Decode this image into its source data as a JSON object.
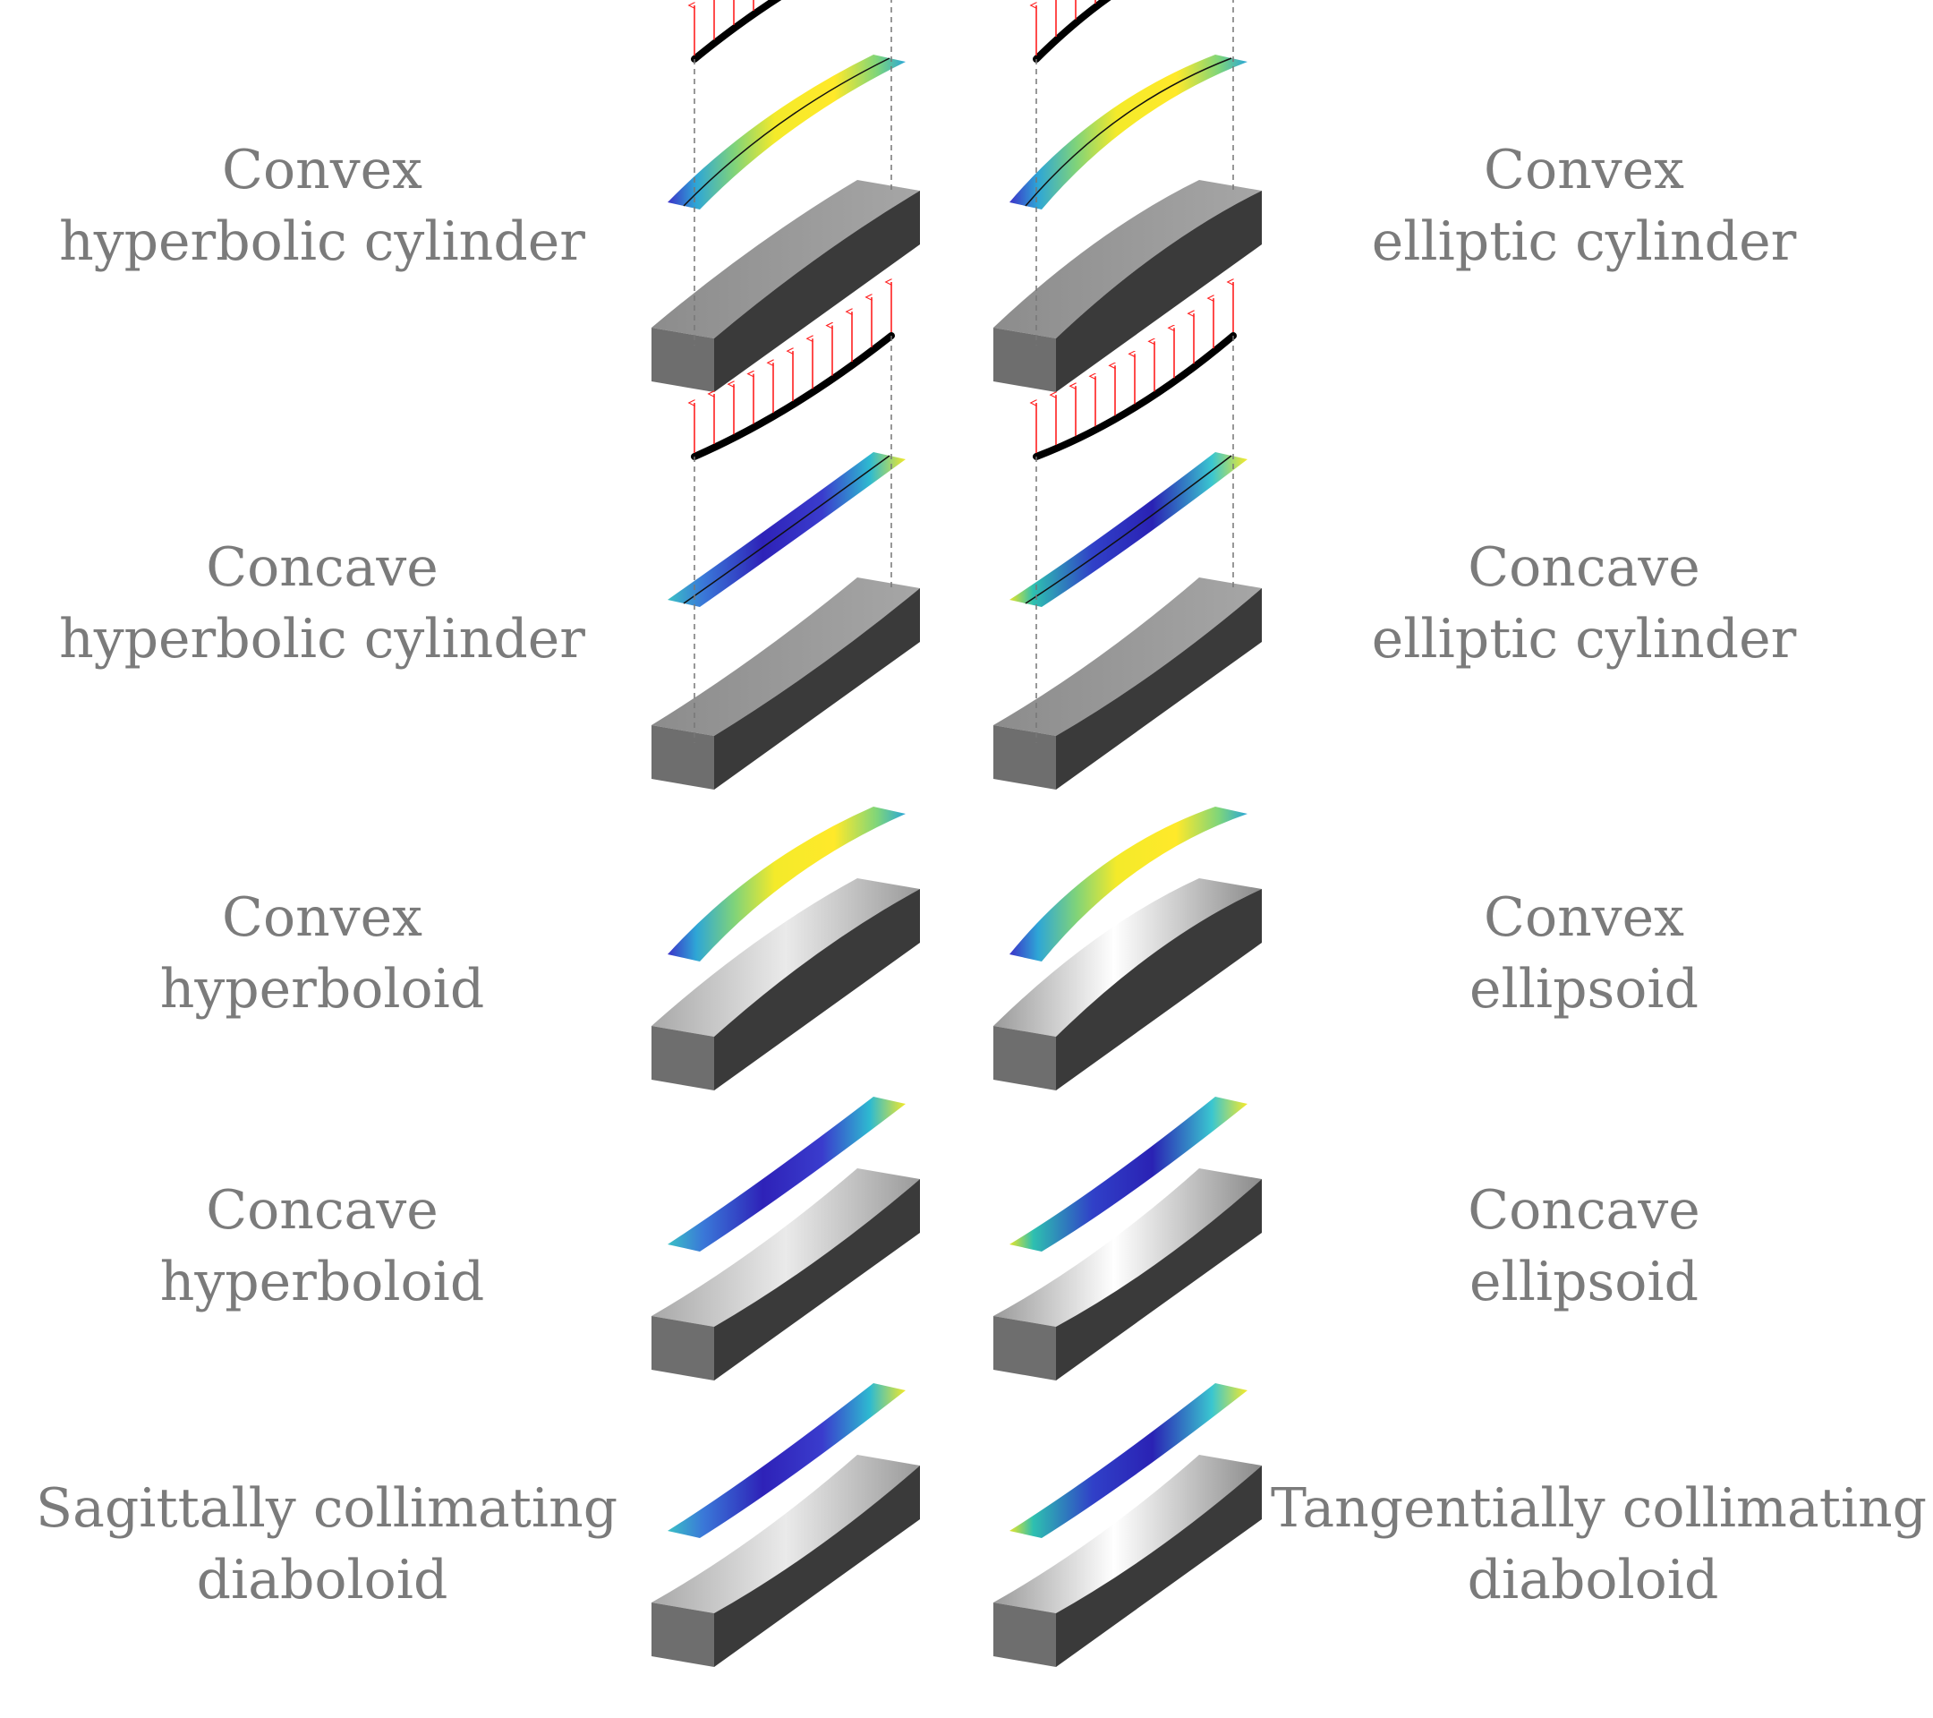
{
  "left_labels": [
    {
      "line1": "Convex",
      "line2": "hyperbolic cylinder"
    },
    {
      "line1": "Concave",
      "line2": "hyperbolic cylinder"
    },
    {
      "line1": "Convex",
      "line2": "hyperboloid"
    },
    {
      "line1": "Concave",
      "line2": "hyperboloid"
    },
    {
      "line1": "Sagittally collimating",
      "line2": "diaboloid"
    }
  ],
  "right_labels": [
    {
      "line1": "Convex",
      "line2": "elliptic cylinder"
    },
    {
      "line1": "Concave",
      "line2": "elliptic cylinder"
    },
    {
      "line1": "Convex",
      "line2": "ellipsoid"
    },
    {
      "line1": "Concave",
      "line2": "ellipsoid"
    },
    {
      "line1": "Tangentially collimating",
      "line2": "diaboloid"
    }
  ],
  "colors": {
    "label_text": "#7b7b7b",
    "ray_arrow": "#ff2020",
    "profile_curve": "#000000",
    "block_top": "#9a9a9a",
    "block_front": "#6e6e6e",
    "block_side": "#3a3a3a",
    "colormap_low": "#3a2fc8",
    "colormap_mid": "#2ec0c8",
    "colormap_high": "#ffee22"
  }
}
